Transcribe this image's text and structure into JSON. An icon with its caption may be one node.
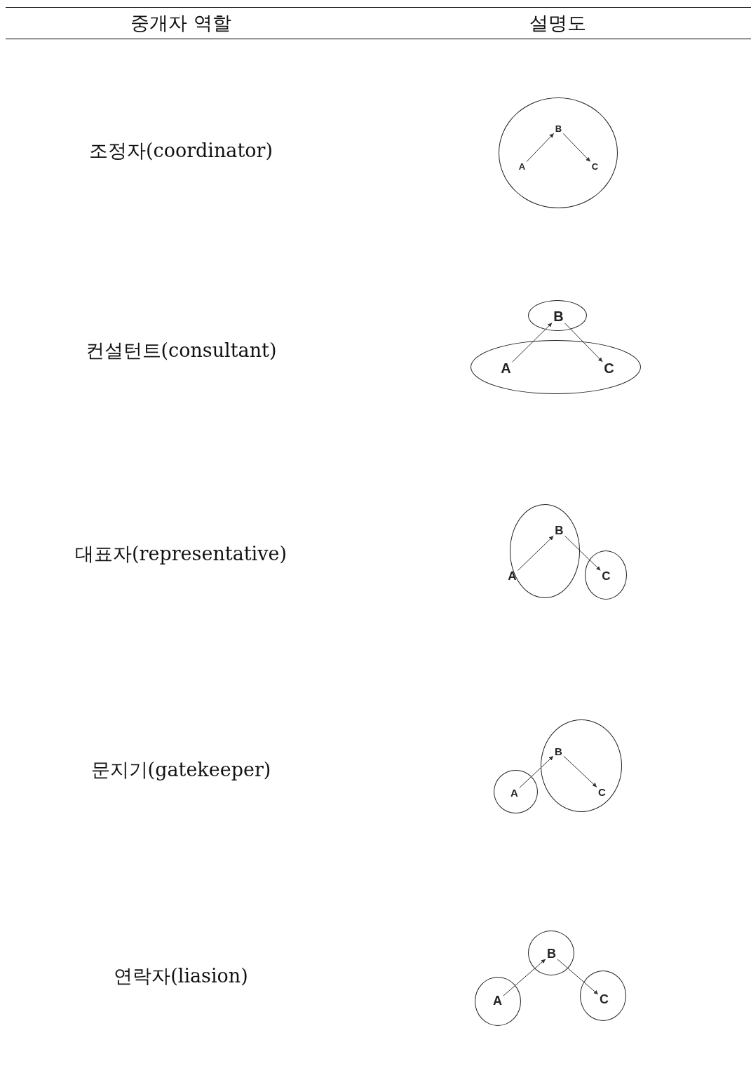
{
  "diagram": {
    "nodes": [
      {
        "text": [],
        "shape": "circle"
      },
      {
        "text": [
          "B"
        ],
        "in": 0
      },
      {
        "text": [
          "A"
        ],
        "in": 0
      },
      {
        "text": [
          "C"
        ],
        "in": 0
      },
      {
        "text": [],
        "shape": "circle"
      },
      {
        "text": [
          "B"
        ],
        "in": 4
      },
      {
        "text": [],
        "shape": "circle"
      },
      {
        "text": [
          "A"
        ],
        "in": 6
      },
      {
        "text": [
          "C"
        ],
        "in": 6
      },
      {
        "text": [],
        "shape": "circle"
      },
      {
        "text": [
          "B"
        ],
        "in": 9
      },
      {
        "text": [
          "A"
        ],
        "in": 9
      },
      {
        "text": [],
        "shape": "circle"
      },
      {
        "text": [
          "C"
        ],
        "in": 12
      },
      {
        "text": [],
        "shape": "circle"
      },
      {
        "text": [
          "B"
        ],
        "in": 14
      },
      {
        "text": [
          "C"
        ],
        "in": 14
      },
      {
        "text": [],
        "shape": "circle"
      },
      {
        "text": [
          "A"
        ],
        "in": 17
      },
      {
        "text": [],
        "shape": "circle"
      },
      {
        "text": [
          "B"
        ],
        "in": 19
      },
      {
        "text": [],
        "shape": "circle"
      },
      {
        "text": [
          "A"
        ],
        "in": 21
      },
      {
        "text": [],
        "shape": "circle"
      },
      {
        "text": [
          "C"
        ],
        "in": 23
      }
    ],
    "edges": [
      {
        "from": 2,
        "to": 1,
        "arrow": "to"
      },
      {
        "from": 1,
        "to": 3,
        "arrow": "to"
      },
      {
        "from": 7,
        "to": 5,
        "arrow": "to"
      },
      {
        "from": 5,
        "to": 8,
        "arrow": "to"
      },
      {
        "from": 11,
        "to": 10,
        "arrow": "to"
      },
      {
        "from": 10,
        "to": 13,
        "arrow": "to"
      },
      {
        "from": 18,
        "to": 15,
        "arrow": "to"
      },
      {
        "from": 15,
        "to": 16,
        "arrow": "to"
      },
      {
        "from": 22,
        "to": 20,
        "arrow": "to"
      },
      {
        "from": 20,
        "to": 24,
        "arrow": "to"
      }
    ],
    "labels": [
      "중개자 역할",
      "설명도",
      "조정자(coordinator)",
      "컨설턴트(consultant)",
      "대표자(representative)",
      "문지기(gatekeeper)",
      "연락자(liasion)"
    ]
  }
}
